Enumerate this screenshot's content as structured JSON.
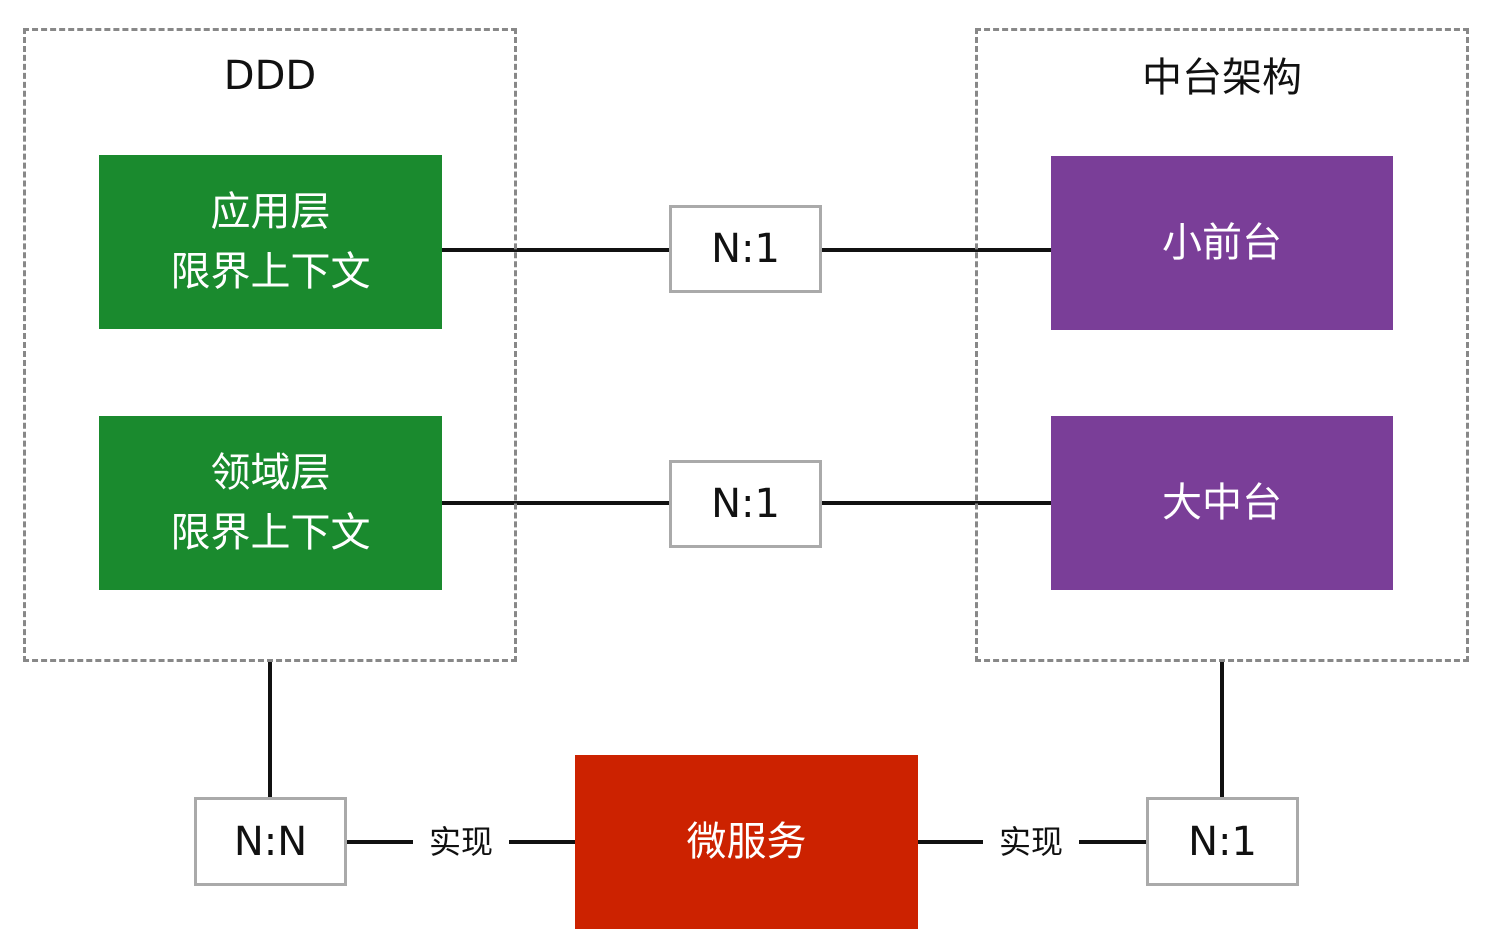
{
  "ddd_group": {
    "title": "DDD",
    "blocks": [
      {
        "lines": [
          "应用层",
          "限界上下文"
        ]
      },
      {
        "lines": [
          "领域层",
          "限界上下文"
        ]
      }
    ]
  },
  "platform_group": {
    "title": "中台架构",
    "blocks": [
      {
        "label": "小前台"
      },
      {
        "label": "大中台"
      }
    ]
  },
  "microservice": {
    "label": "微服务"
  },
  "relations": {
    "top_ratio": "N:1",
    "middle_ratio": "N:1",
    "left_ratio": "N:N",
    "right_ratio": "N:1",
    "left_edge_label": "实现",
    "right_edge_label": "实现"
  },
  "colors": {
    "ddd_block": "#1a8a2e",
    "platform_block": "#7a3e98",
    "microservice_block": "#cc2200",
    "dashed_border": "#888888"
  }
}
